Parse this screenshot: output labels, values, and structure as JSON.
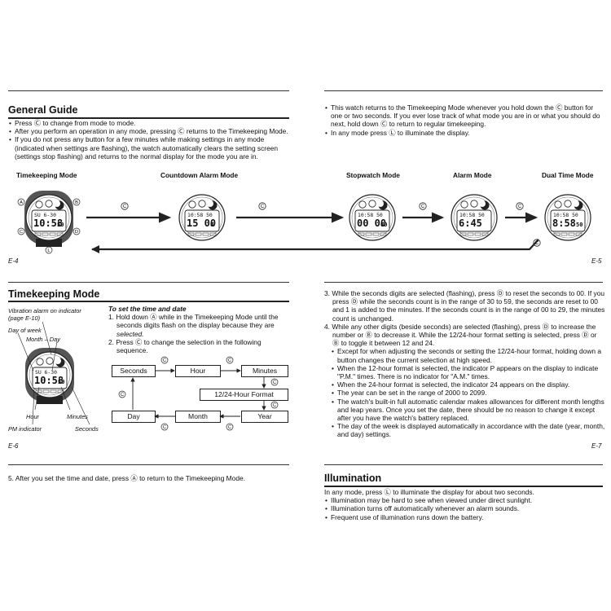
{
  "page_numbers": {
    "e4": "E-4",
    "e5": "E-5",
    "e6": "E-6",
    "e7": "E-7"
  },
  "general_guide": {
    "title": "General Guide",
    "bullets_left": [
      "Press Ⓒ to change from mode to mode.",
      "After you perform an operation in any mode, pressing Ⓒ returns to the Timekeeping Mode.",
      "If you do not press any button for a few minutes while making settings in any mode (indicated when settings are flashing), the watch automatically clears the setting screen (settings stop flashing) and returns to the normal display for the mode you are in."
    ],
    "bullets_right": [
      "This watch returns to the Timekeeping Mode whenever you hold down the Ⓒ button for one or two seconds. If you ever lose track of what mode you are in or what you should do next, hold down Ⓒ to return to regular timekeeping.",
      "In any mode press Ⓛ to illuminate the display."
    ],
    "modes": {
      "timekeeping": "Timekeeping Mode",
      "countdown": "Countdown Alarm Mode",
      "stopwatch": "Stopwatch Mode",
      "alarm": "Alarm Mode",
      "dualtime": "Dual Time Mode"
    },
    "button_letters": {
      "a": "A",
      "b": "B",
      "c": "C",
      "d": "D",
      "l": "L"
    },
    "displays": {
      "timekeeping": {
        "top": "SU 6-30",
        "main": "10:58",
        "sec": "50"
      },
      "countdown": {
        "top": "10:58 50",
        "main": "15 00",
        "sec": "0"
      },
      "stopwatch": {
        "top": "10:58 50",
        "main": "00 00",
        "sec": "00"
      },
      "alarm": {
        "top": "10:58 50",
        "main": "6:45",
        "sec": ""
      },
      "dualtime": {
        "top": "10:58 50",
        "main": "8:58",
        "sec": "50"
      }
    }
  },
  "timekeeping_mode": {
    "title": "Timekeeping Mode",
    "labels": {
      "vibration": "Vibration alarm on indicator",
      "vibration_page": "(page E-10)",
      "day_of_week": "Day of week",
      "month_day": "Month – Day",
      "hour": "Hour",
      "minutes": "Minutes",
      "pm": "PM indicator",
      "seconds": "Seconds"
    },
    "set_heading": "To set the time and date",
    "steps": [
      "Hold down Ⓐ while in the Timekeeping Mode until the seconds digits flash on the display because they are",
      "selected.",
      "Press Ⓒ to change the selection in the following sequence."
    ],
    "flow": [
      "Seconds",
      "Hour",
      "Minutes",
      "12/24-Hour Format",
      "Year",
      "Month",
      "Day"
    ],
    "right_items": {
      "item3": "While the seconds digits are selected (flashing), press Ⓓ to reset the seconds to 00. If you press Ⓓ while the seconds count is in the range of 30 to 59, the seconds are reset to 00 and 1 is added to the minutes. If the seconds count is in the range of 00 to 29, the minutes count is unchanged.",
      "item4": "While any other digits (beside seconds) are selected (flashing), press Ⓓ to increase the number or Ⓑ to decrease it. While the 12/24-hour format setting is selected, press Ⓓ or Ⓑ to toggle it between 12 and 24.",
      "sub": [
        "Except for when adjusting the seconds or setting the 12/24-hour format, holding down a button changes the current selection at high speed.",
        "When the 12-hour format is selected, the indicator P appears on the display to indicate \"P.M.\" times. There is no indicator for \"A.M.\" times.",
        "When the 24-hour format is selected, the indicator 24 appears on the display.",
        "The year can be set in the range of 2000 to 2099.",
        "The watch's built-in full automatic calendar makes allowances for different month lengths and leap years. Once you set the date, there should be no reason to change it except after you have the watch's battery replaced.",
        "The day of the week is displayed automatically in accordance with the date (year, month, and day) settings."
      ]
    },
    "step5": "5. After you set the time and date, press Ⓐ to return to the Timekeeping Mode."
  },
  "illumination": {
    "title": "Illumination",
    "intro": "In any mode, press Ⓛ to illuminate the display for about two seconds.",
    "bullets": [
      "Illumination may be hard to see when viewed under direct sunlight.",
      "Illumination turns off automatically whenever an alarm sounds.",
      "Frequent use of illumination runs down the battery."
    ]
  }
}
